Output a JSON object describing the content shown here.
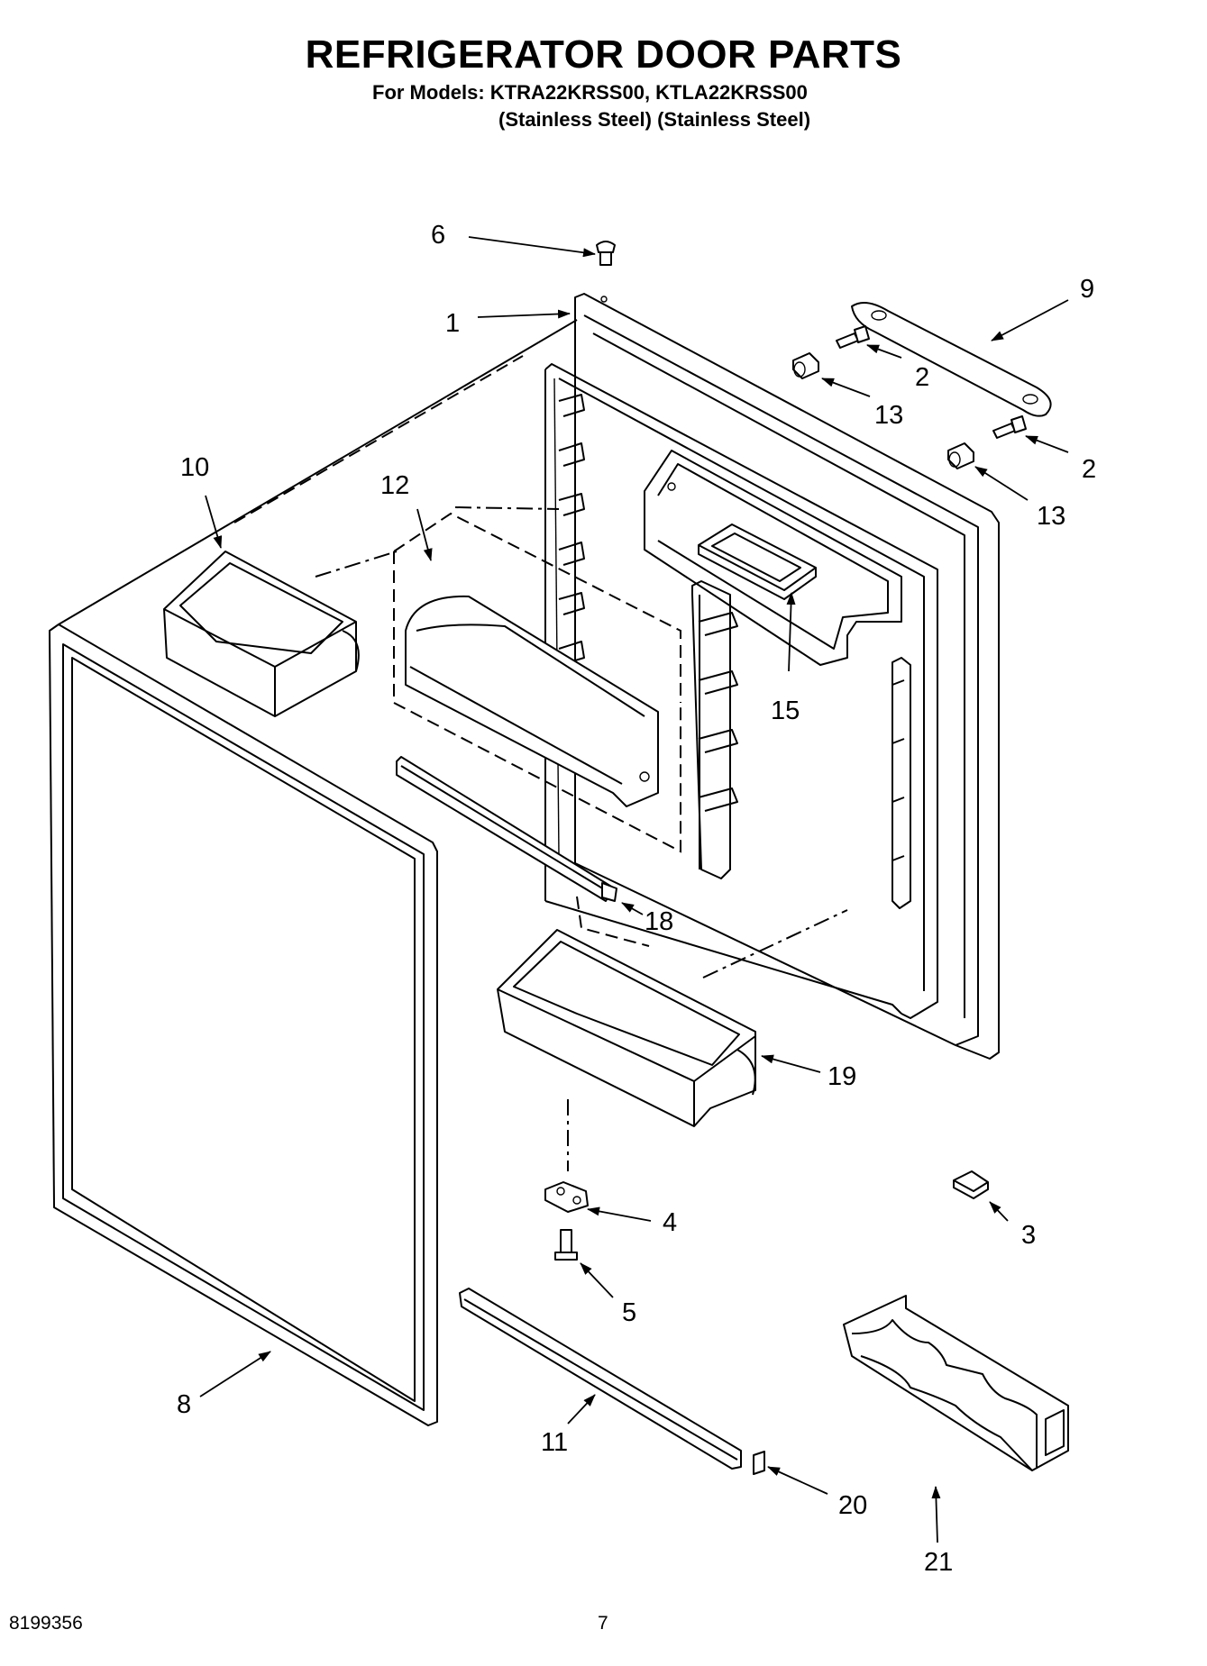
{
  "header": {
    "title": "REFRIGERATOR DOOR PARTS",
    "models": "For Models: KTRA22KRSS00, KTLA22KRSS00",
    "finishes": "(Stainless Steel) (Stainless Steel)"
  },
  "callouts": {
    "c1": "1",
    "c2a": "2",
    "c2b": "2",
    "c3": "3",
    "c4": "4",
    "c5": "5",
    "c6": "6",
    "c8": "8",
    "c9": "9",
    "c10": "10",
    "c11": "11",
    "c12": "12",
    "c13a": "13",
    "c13b": "13",
    "c15": "15",
    "c18": "18",
    "c19": "19",
    "c20": "20",
    "c21": "21"
  },
  "footer": {
    "doc_number": "8199356",
    "page_number": "7"
  }
}
